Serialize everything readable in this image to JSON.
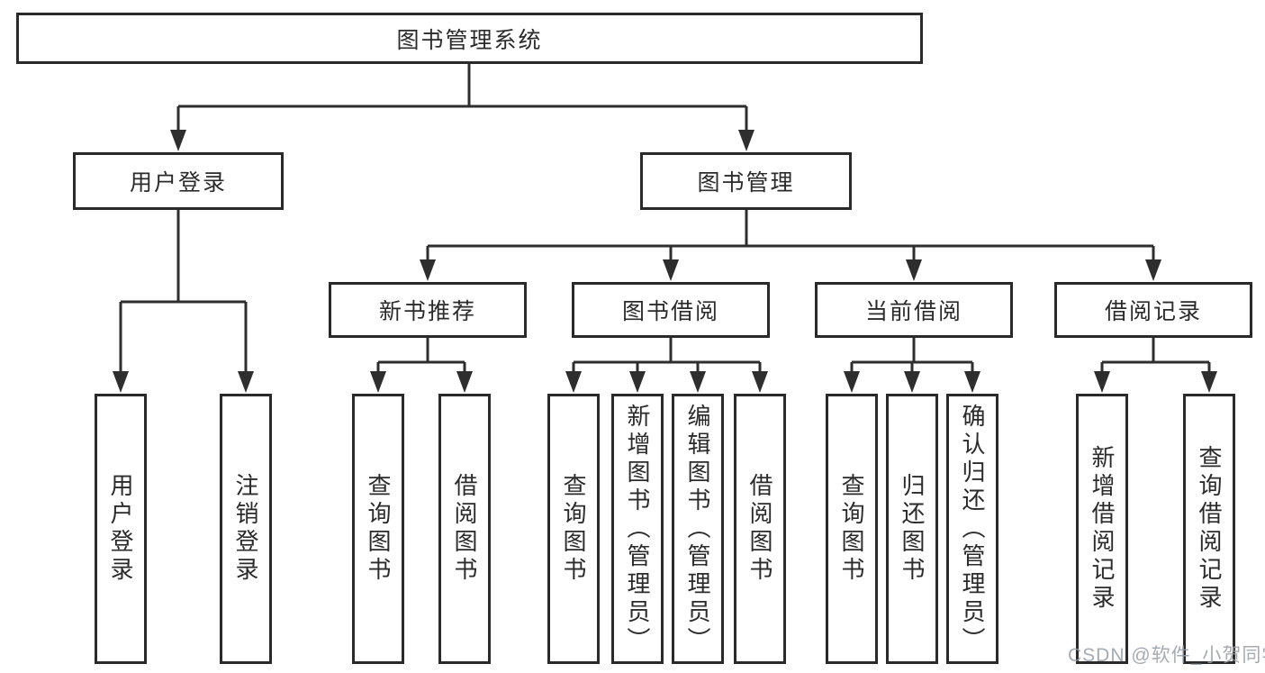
{
  "page": {
    "background": "#ffffff"
  },
  "colors": {
    "line": "#2e2e2e",
    "box_border": "#2a2a2a",
    "text": "#2b2b2b",
    "watermark": "#959ca4"
  },
  "diagram": {
    "root": {
      "label": "图书管理系统"
    },
    "branches": [
      {
        "label": "用户登录",
        "children": [
          {
            "label": "用户登录"
          },
          {
            "label": "注销登录"
          }
        ]
      },
      {
        "label": "图书管理",
        "sections": [
          {
            "label": "新书推荐",
            "children": [
              {
                "label": "查询图书"
              },
              {
                "label": "借阅图书"
              }
            ]
          },
          {
            "label": "图书借阅",
            "children": [
              {
                "label": "查询图书"
              },
              {
                "label": "新增图书（管理员）"
              },
              {
                "label": "编辑图书（管理员）"
              },
              {
                "label": "借阅图书"
              }
            ]
          },
          {
            "label": "当前借阅",
            "children": [
              {
                "label": "查询图书"
              },
              {
                "label": "归还图书"
              },
              {
                "label": "确认归还（管理员）"
              }
            ]
          },
          {
            "label": "借阅记录",
            "children": [
              {
                "label": "新增借阅记录"
              },
              {
                "label": "查询借阅记录"
              }
            ]
          }
        ]
      }
    ]
  },
  "watermark": {
    "text": "CSDN @软件_小贺同学"
  }
}
